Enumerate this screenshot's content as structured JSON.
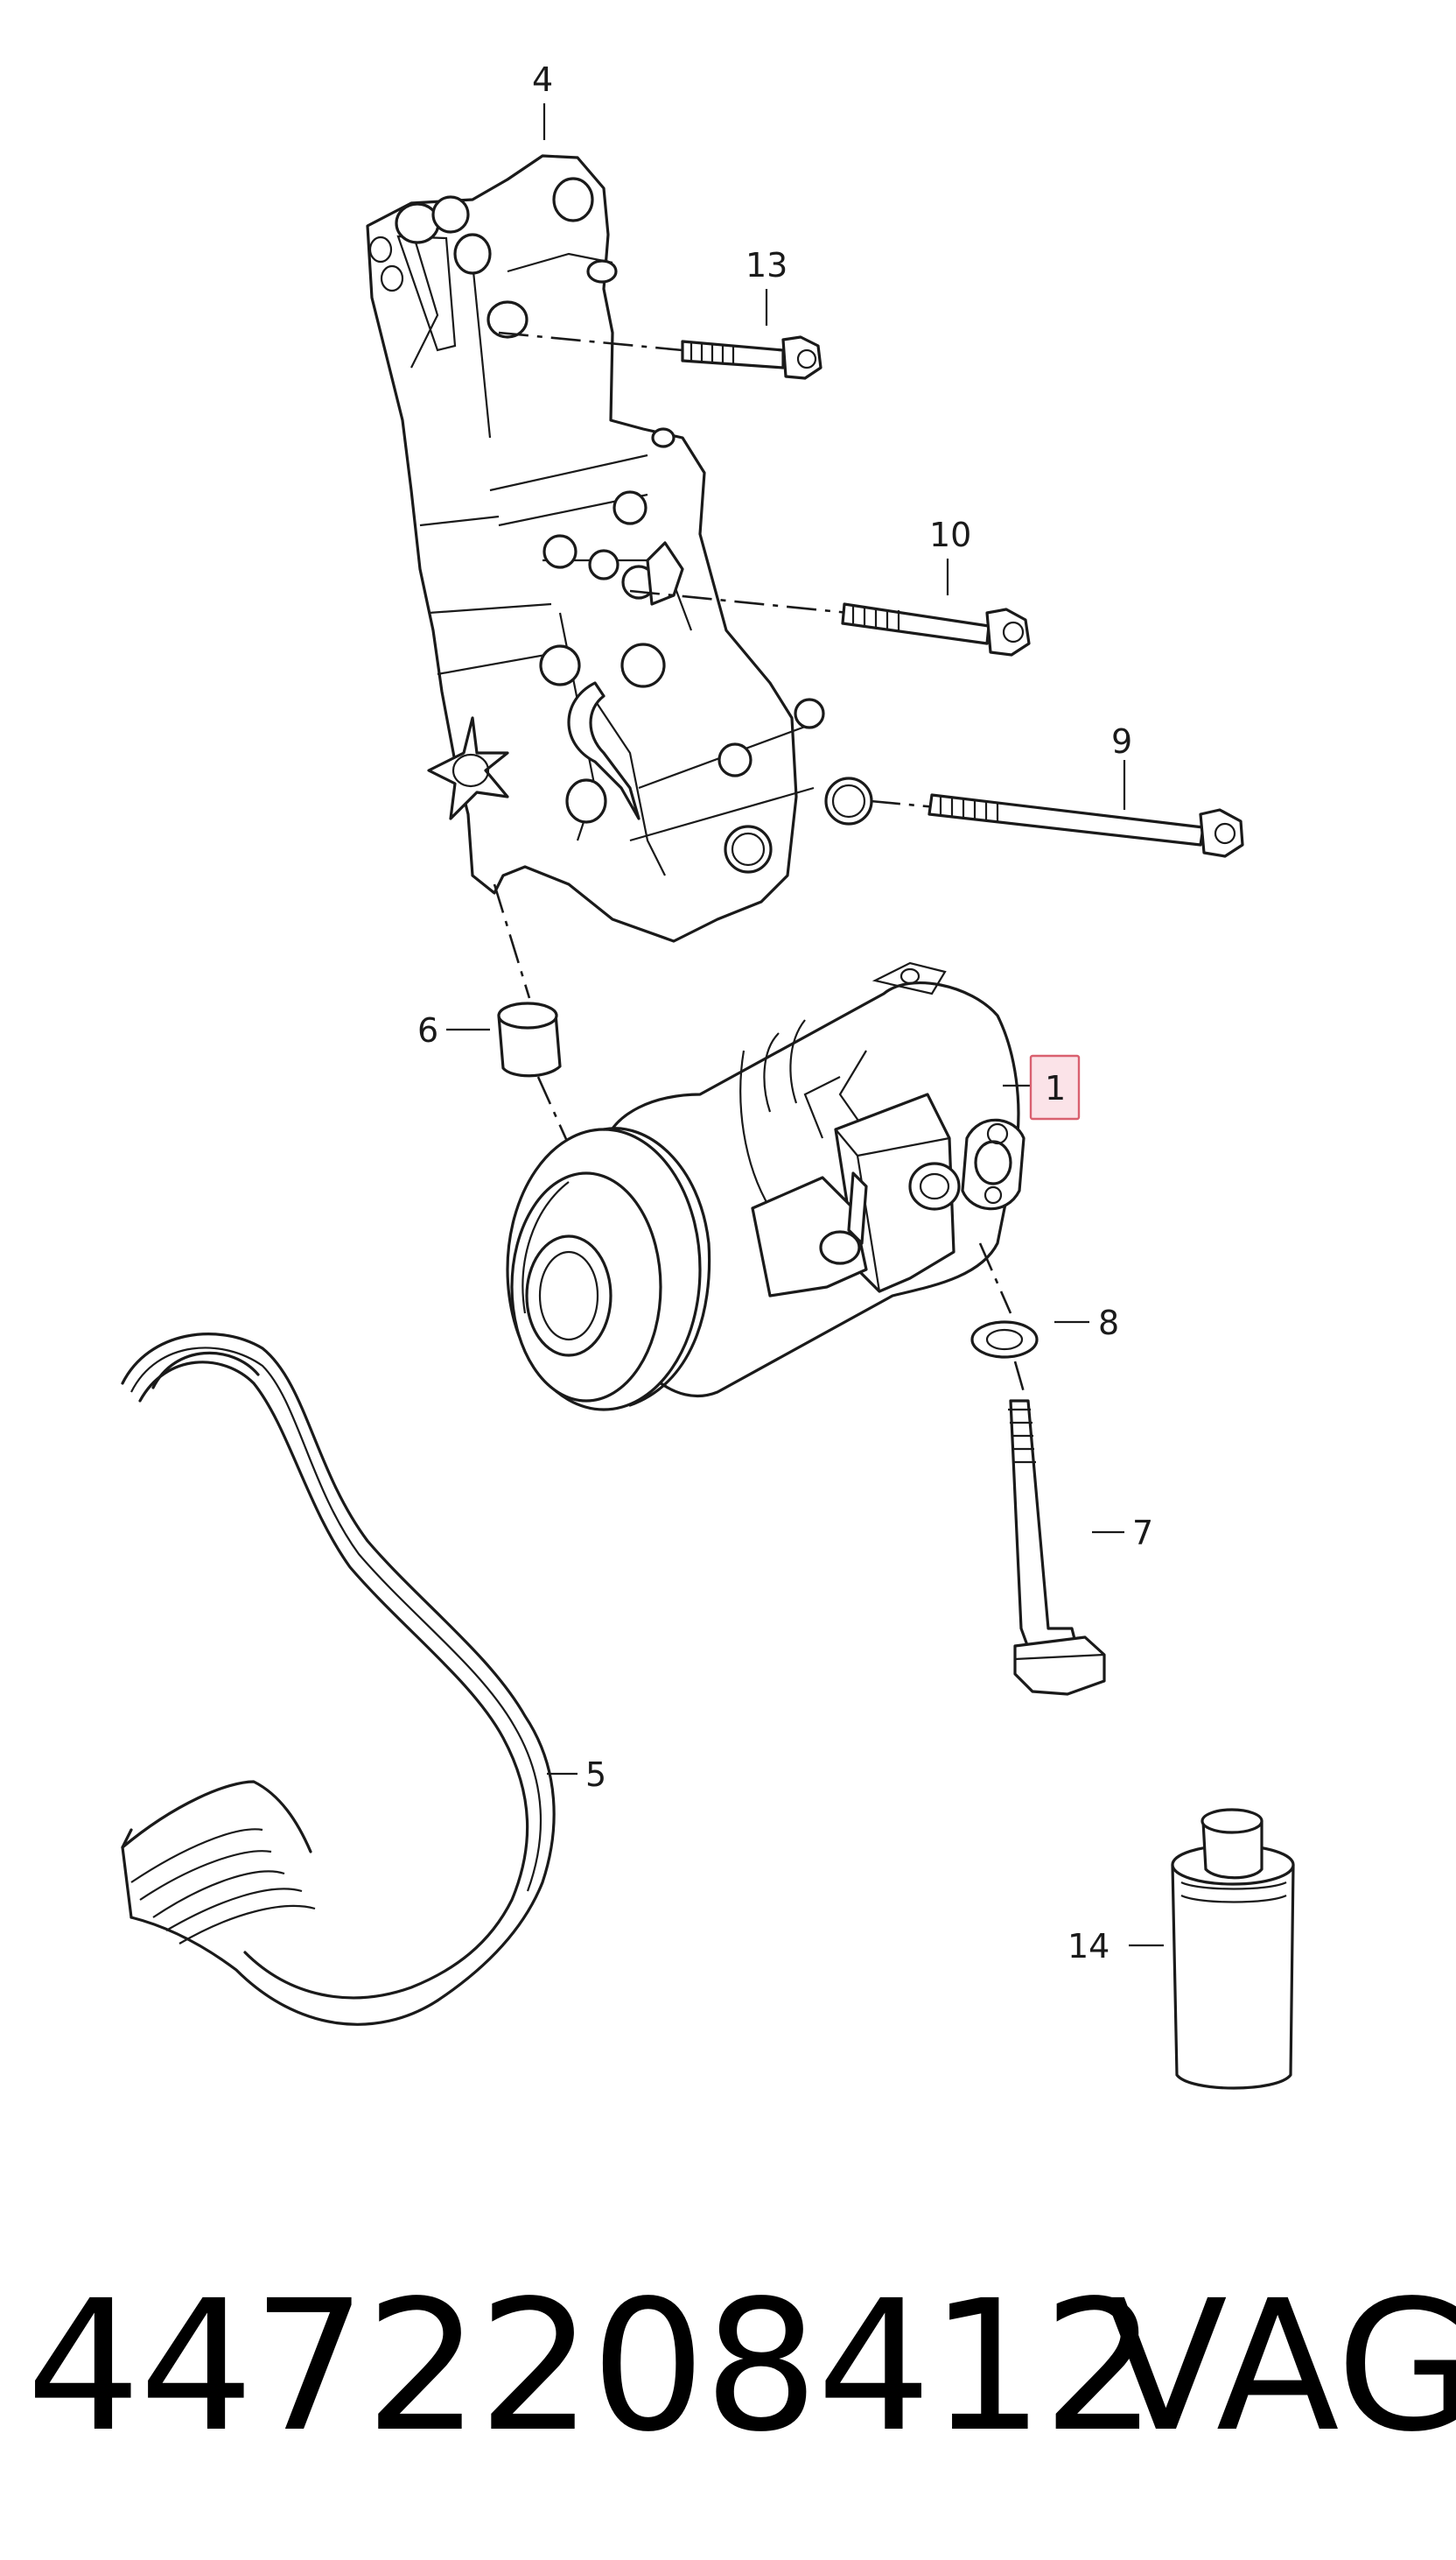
{
  "callouts": {
    "c1": "1",
    "c4": "4",
    "c5": "5",
    "c6": "6",
    "c7": "7",
    "c8": "8",
    "c9": "9",
    "c10": "10",
    "c13": "13",
    "c14": "14"
  },
  "highlight": {
    "callout": "1",
    "fill": "#fbe3e8",
    "stroke": "#d9606f"
  },
  "footer": {
    "part_number": "4472208412",
    "brand": "VAG"
  }
}
